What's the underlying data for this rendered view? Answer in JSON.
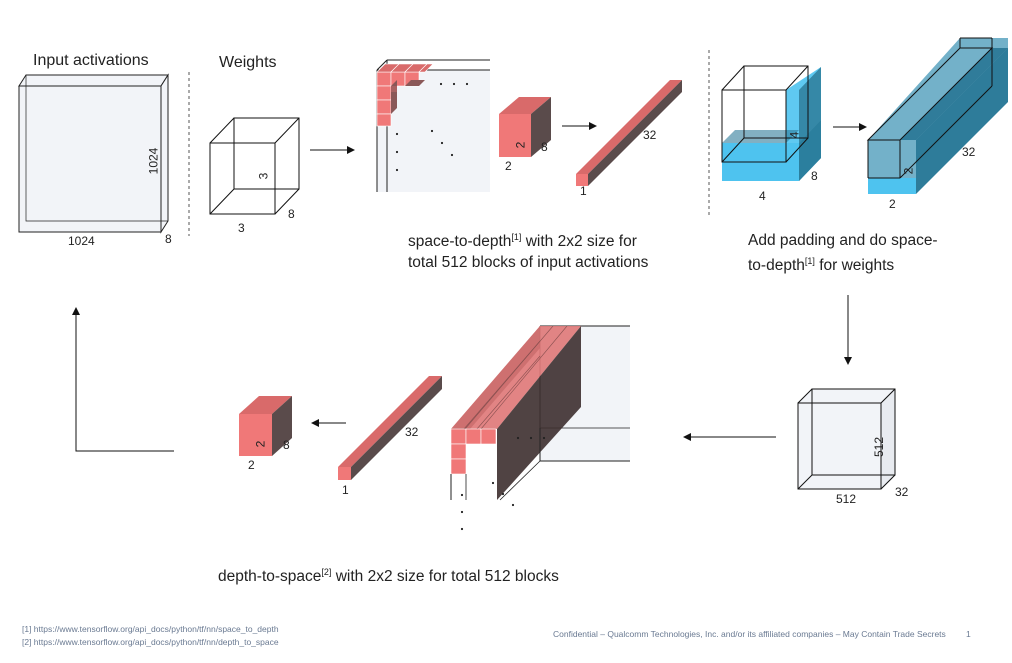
{
  "panel_labels": {
    "input_activations": "Input activations",
    "weights": "Weights"
  },
  "dims": {
    "input_w": "1024",
    "input_h": "1024",
    "input_d": "8",
    "weight_w": "3",
    "weight_h": "3",
    "weight_d": "8",
    "block_w": "2",
    "block_h": "2",
    "block_d": "8",
    "rod_len": "32",
    "rod_w": "1",
    "pad_w": "4",
    "pad_h": "4",
    "pad_d": "8",
    "pad_rod_len": "32",
    "pad_rod_w": "2",
    "pad_rod_h": "2",
    "out_w": "512",
    "out_h": "512",
    "out_d": "32",
    "bottom_rod_len": "32",
    "bottom_rod_w": "1",
    "bottom_block_w": "2",
    "bottom_block_h": "2",
    "bottom_block_d": "8"
  },
  "captions": {
    "s2d_a": "space-to-depth",
    "s2d_ref": "[1]",
    "s2d_b": " with 2x2 size for",
    "s2d_c": "total 512 blocks of input activations",
    "pad_a": "Add padding and do space-",
    "pad_b": "to-depth",
    "pad_ref": "[1]",
    "pad_c": " for weights",
    "d2s_a": "depth-to-space",
    "d2s_ref": "[2]",
    "d2s_b": " with 2x2 size for total 512 blocks"
  },
  "footnotes": {
    "ref1": "[1] https://www.tensorflow.org/api_docs/python/tf/nn/space_to_depth",
    "ref2": "[2] https://www.tensorflow.org/api_docs/python/tf/nn/depth_to_space"
  },
  "footer": {
    "confidential": "Confidential – Qualcomm Technologies, Inc. and/or its affiliated companies – May Contain Trade Secrets",
    "page_number": "1"
  },
  "colors": {
    "red_front": "#f07878",
    "red_top": "#d96a6a",
    "red_side": "#5a4b4b",
    "blue_light": "#4ec3ef",
    "blue_dark": "#1f8bb5",
    "teal": "#2e7c9a",
    "teal_light": "#5aa3bf",
    "plane": "#f2f4f8"
  }
}
